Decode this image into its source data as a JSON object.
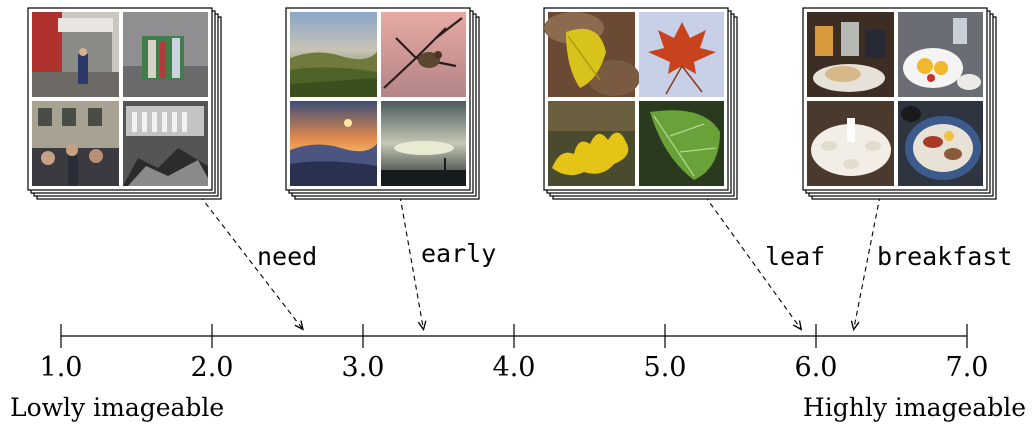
{
  "axis": {
    "ticks": [
      "1.0",
      "2.0",
      "3.0",
      "4.0",
      "5.0",
      "6.0",
      "7.0"
    ],
    "low_label": "Lowly imageable",
    "high_label": "Highly imageable"
  },
  "words": [
    {
      "word": "need",
      "score": 2.6,
      "images": [
        "street-scene",
        "wrapped-gift",
        "people-in-gallery",
        "stone-ruins"
      ]
    },
    {
      "word": "early",
      "score": 3.4,
      "images": [
        "vineyard-hills",
        "bird-on-branch",
        "sunset-mountains",
        "cloudy-dusk-sky"
      ]
    },
    {
      "word": "leaf",
      "score": 5.9,
      "images": [
        "yellow-leaf",
        "red-maple-leaf",
        "yellow-oak-leaf",
        "green-leaf"
      ]
    },
    {
      "word": "breakfast",
      "score": 6.25,
      "images": [
        "drinks-and-bread",
        "plated-eggs",
        "set-table",
        "breakfast-plate"
      ]
    }
  ],
  "colors": {
    "line": "#000000"
  }
}
